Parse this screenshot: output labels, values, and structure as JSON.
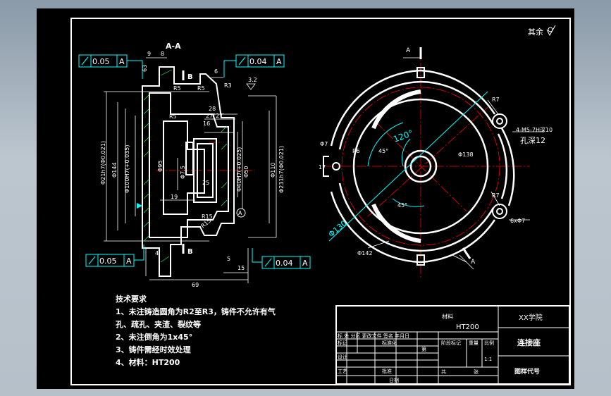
{
  "section_label": "A-A",
  "roughness_other": "其余",
  "roughness_3_2": "3.2",
  "tolerances": {
    "tl_value": "0.05",
    "tl_datum": "A",
    "tr_value": "0.04",
    "tr_datum": "A",
    "bl_value": "0.05",
    "bl_datum": "A",
    "br_value": "0.04",
    "br_datum": "A"
  },
  "section_dims": {
    "d9": "9",
    "d8": "8",
    "d6": "6",
    "d63": "63",
    "r5a": "R5",
    "r5b": "R5",
    "r5c": "R5",
    "r3": "R3",
    "d28": "28",
    "ang": "27°27′",
    "d16": "16",
    "d19": "19",
    "r15a": "R15",
    "r15b": "R15",
    "d25": "25",
    "d4": "4",
    "d15": "15",
    "d5": "5",
    "d69": "69",
    "phi_a": "Φ95",
    "phi_b": "Φ7.5",
    "phi_c": "Φ50",
    "phi_d": "Φ110",
    "phi_e": "Φ144",
    "phi_f": "Φ21h7(Φ0.021)",
    "phi_g": "Φ100H7(+0.035)",
    "phi_h": "Φ40H7(+0.025)",
    "phi_i": "Φ231h7(Φ0.021)",
    "b_mark": "B",
    "a_mark": "A",
    "datum_circle": "A"
  },
  "plan_dims": {
    "a_mark_top": "A",
    "a_mark_bot": "A",
    "r7a": "R7",
    "r7b": "R7",
    "r6": "R6",
    "phi7": "Φ7",
    "d17": "17",
    "ang45a": "45°",
    "ang45b": "45°",
    "ang120": "120°",
    "phi138": "Φ138",
    "phi130": "Φ130",
    "phi142": "Φ142",
    "thread": "4-M5-7H深10",
    "hole": "孔深12",
    "holes6": "6xΦ7"
  },
  "notes": {
    "title": "技术要求",
    "line1": "1、未注铸造圆角为R2至R3，铸件不允许有气",
    "line2": "孔、疏孔、夹渣、裂纹等",
    "line3": "2、未注倒角为1x45°",
    "line4": "3、铸件需经时效处理",
    "line5": "4、材料：HT200"
  },
  "title_block": {
    "material_label": "材料",
    "material": "HT200",
    "school": "XX学院",
    "part_name": "连接座",
    "drawing_no": "图样代号",
    "scale": "1:1",
    "r1": "标 处 分区 更改文件 签名 年月日",
    "r2": "标记",
    "r3": "设计",
    "r4": "工艺",
    "r5": "批准",
    "c_stage": "阶段标记",
    "c_weight": "重量",
    "c_scale": "比例",
    "c_total": "共",
    "c_sheet": "张",
    "c_date": "日期",
    "c_std": "标准化",
    "c_sheet2": "第"
  }
}
